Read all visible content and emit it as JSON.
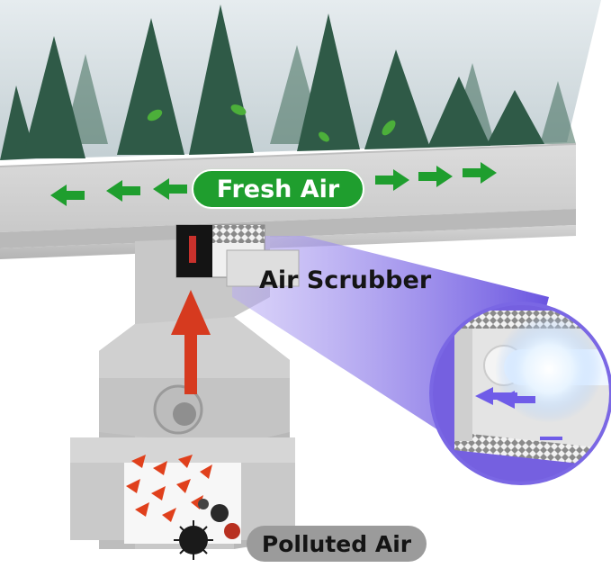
{
  "labels": {
    "fresh_air": "Fresh Air",
    "air_scrubber": "Air Scrubber",
    "polluted_air": "Polluted Air"
  },
  "colors": {
    "fresh_air_green": "#1f9e2e",
    "duct_gray": "#d9d9d9",
    "uv_beam": "#7b68e6",
    "pollution_red": "#e0401c",
    "updraft_arrow": "#d63a1f"
  },
  "icons": [
    "leaf-icon",
    "virus-icon",
    "arrow-icon",
    "uv-lamp-icon"
  ]
}
